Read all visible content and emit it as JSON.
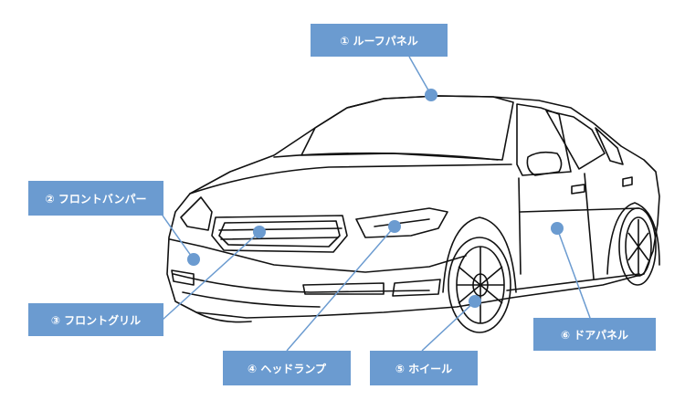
{
  "labels": {
    "roof_panel": "① ルーフパネル",
    "front_bumper": "② フロントバンパー",
    "front_grille": "③ フロントグリル",
    "headlamp": "④ ヘッドランプ",
    "wheel": "⑤ ホイール",
    "door_panel": "⑥ ドアパネル"
  },
  "colors": {
    "label_background": "#6b9bd0",
    "marker": "#6b9bd0",
    "leader_line": "#6b9bd0",
    "car_outline": "#111111"
  }
}
